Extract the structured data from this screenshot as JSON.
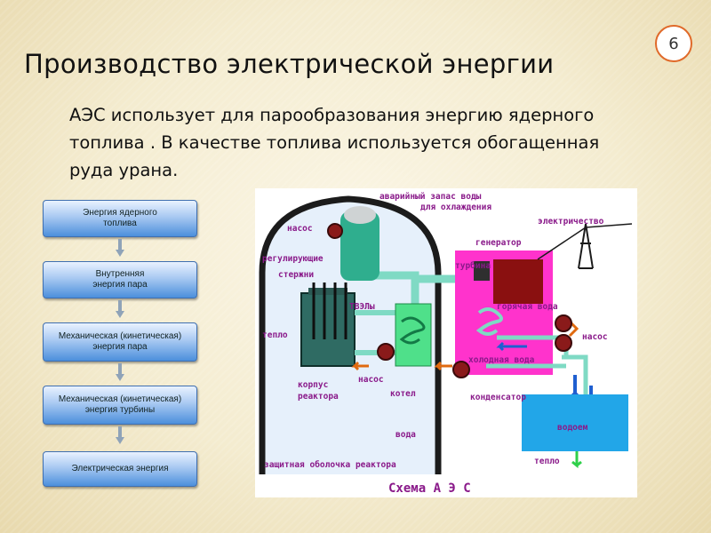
{
  "slide_number": "6",
  "title": "Производство электрической энергии",
  "body": "АЭС использует для парообразования энергию ядерного топлива . В качестве топлива используется обогащенная руда урана.",
  "flow": [
    "Энергия ядерного\nтоплива",
    "Внутренняя\nэнергия пара",
    "Механическая (кинетическая)\nэнергия пара",
    "Механическая (кинетическая)\nэнергия турбины",
    "Электрическая энергия"
  ],
  "diagram": {
    "title": "Схема А Э С",
    "labels": {
      "emergency_water": "аварийный запас воды\nдля охлаждения",
      "electricity": "электричество",
      "pump_top": "насос",
      "generator": "генератор",
      "control_rods": "регулирующие\nстержни",
      "turbine": "турбина",
      "fuel_rods": "ТВЭЛы",
      "hot_water": "горячая вода",
      "heat": "тепло",
      "pump_right": "насос",
      "cold_water": "холодная вода",
      "pump_mid": "насос",
      "boiler": "котел",
      "condenser": "конденсатор",
      "vessel": "корпус\nреактора",
      "water": "вода",
      "reservoir": "водоем",
      "shell": "защитная оболочка реактора",
      "heat_bottom": "тепло"
    },
    "colors": {
      "shell": "#1b1b1b",
      "shell_fill": "#e6f0fb",
      "reactor": "#2f6b63",
      "boiler": "#4fe08a",
      "turbine_hall": "#ff33cc",
      "generator": "#8a1010",
      "reservoir": "#22a6e8",
      "label": "#8a1a8a"
    }
  }
}
